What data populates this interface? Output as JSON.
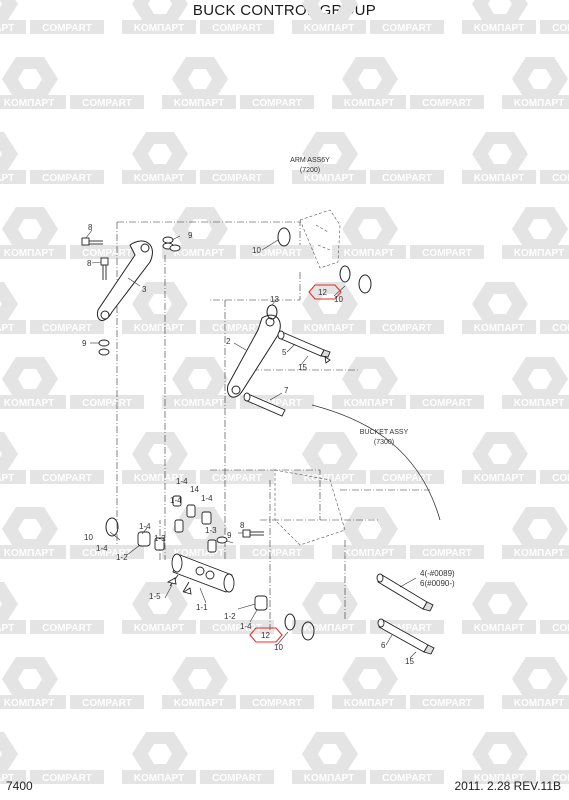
{
  "title": "BUCK CONTROL GROUP",
  "footer": {
    "page_code": "7400",
    "revision": "2011. 2.28  REV.11B"
  },
  "watermark": {
    "text_a": "KOMПАРТ",
    "text_b": "COMPART",
    "color": "#e4e4e4"
  },
  "highlight_color": "#e03030",
  "references": {
    "arm_assy": [
      "ARM ASS6Y",
      "(7200)"
    ],
    "bucket_assy": [
      "BUCKET ASSY",
      "(7300)"
    ],
    "serial_note": [
      "4(-#0089)",
      "6(#0090-)"
    ]
  },
  "callouts": {
    "c8a": "8",
    "c9a": "9",
    "c8b": "8",
    "c3": "3",
    "c9b": "9",
    "c10a": "10",
    "c10b": "10",
    "c12a": "12",
    "c13": "13",
    "c2": "2",
    "c5": "5",
    "c15a": "15",
    "c7": "7",
    "c14a": "1-4",
    "c14b": "14",
    "c14c": "1-4",
    "c14d": "1-4",
    "c13b": "1-3",
    "c13c": "1-3",
    "c10c": "10",
    "c14e": "1-4",
    "c12b": "1-2",
    "c15b": "1-5",
    "c11": "1-1",
    "c12c": "1-2",
    "c14f": "1-4",
    "c8c": "8",
    "c9c": "9",
    "c12d": "12",
    "c10d": "10",
    "c6": "6",
    "c15c": "15"
  }
}
